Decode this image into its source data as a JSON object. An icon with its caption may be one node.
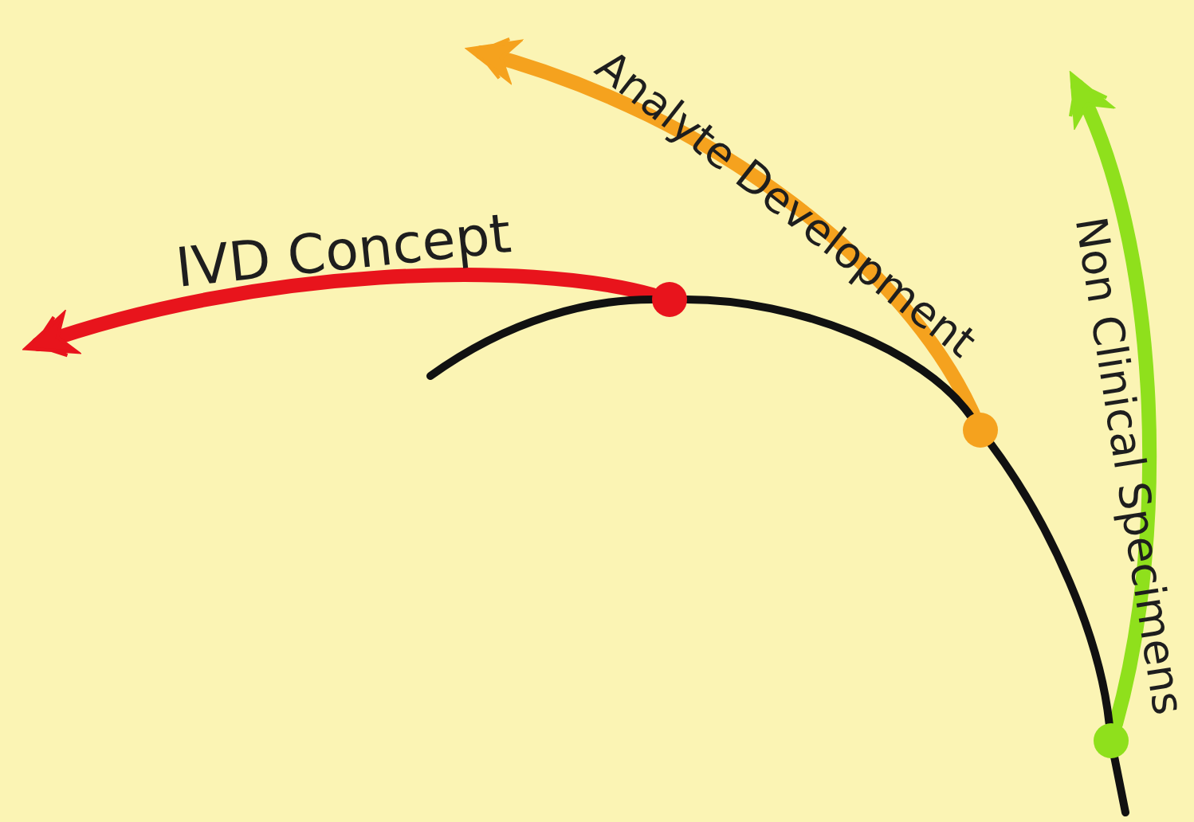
{
  "diagram": {
    "nodes": [
      {
        "text": [],
        "shape": "circle"
      },
      {
        "text": [],
        "shape": "circle"
      },
      {
        "text": [],
        "shape": "circle"
      }
    ],
    "edges": [
      {
        "from": 0,
        "to": null,
        "arrow": "to",
        "label": "IVD Concept",
        "style": "thick",
        "color": "#e8141c"
      },
      {
        "from": 1,
        "to": null,
        "arrow": "to",
        "label": "Analyte Development",
        "style": "thick",
        "color": "#f5a21e"
      },
      {
        "from": 2,
        "to": null,
        "arrow": "to",
        "label": "Non Clinical Specimens",
        "style": "thick",
        "color": "#8fe01c"
      },
      {
        "from": null,
        "to": 0,
        "arrow": "none"
      },
      {
        "from": 0,
        "to": 1,
        "arrow": "none"
      },
      {
        "from": 1,
        "to": 2,
        "arrow": "none"
      },
      {
        "from": 2,
        "to": null,
        "arrow": "none"
      }
    ]
  }
}
